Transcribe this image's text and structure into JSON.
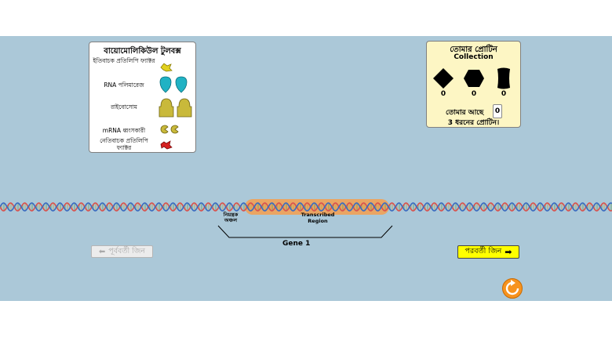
{
  "toolbox": {
    "title": "বায়োমোলিকিউল টুলবক্স",
    "items": [
      {
        "label": "ইতিবাচক প্রতিলিপি ফ্যাক্টর",
        "icon": "positive-factor-icon"
      },
      {
        "label": "RNA পলিমারেজ",
        "icon": "rna-polymerase-icon"
      },
      {
        "label": "রাইবোসোম",
        "icon": "ribosome-icon"
      },
      {
        "label": "mRNA ধ্বংসকারী",
        "icon": "mrna-destroyer-icon"
      },
      {
        "label": "নেতিবাচক প্রতিলিপি ফ্যাক্টর",
        "icon": "negative-factor-icon"
      }
    ]
  },
  "collection": {
    "title": "তোমার প্রোটিন",
    "subtitle": "Collection",
    "proteins": [
      {
        "shape": "diamond-protein-icon",
        "count": "0"
      },
      {
        "shape": "hexagon-protein-icon",
        "count": "0"
      },
      {
        "shape": "barrel-protein-icon",
        "count": "0"
      }
    ],
    "have_label": "তোমার আছে",
    "have_value": "0",
    "goal": "3 ধরনের প্রোটিন।"
  },
  "gene": {
    "regulatory_label": "নিয়ন্ত্রক অঞ্চল",
    "transcribed_label_1": "Transcribed",
    "transcribed_label_2": "Region",
    "name": "Gene 1"
  },
  "nav": {
    "prev_label": "পূর্ববর্তী জিন",
    "next_label": "পরবর্তী জিন"
  },
  "colors": {
    "background": "#abc8d8",
    "collection_bg": "#fdf6c4",
    "next_button": "#ffff00",
    "highlight": "#ff9a3c",
    "reset": "#f7931e",
    "dna_strand_red": "#d9534f",
    "dna_strand_blue": "#3b6cc2"
  }
}
